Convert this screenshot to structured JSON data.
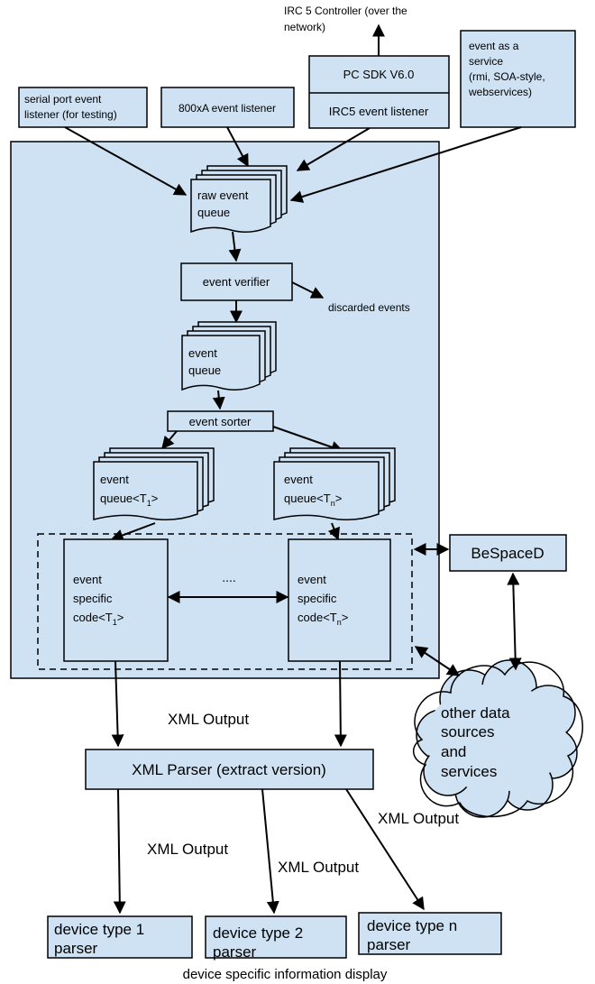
{
  "inputs": {
    "irc5_controller": [
      "IRC 5 Controller (over the",
      "network)"
    ],
    "pc_sdk": "PC SDK V6.0",
    "irc5_listener": "IRC5 event listener",
    "serial_listener": [
      "serial port event",
      "listener (for testing)"
    ],
    "xa_listener": "800xA event listener",
    "event_service": [
      "event as a",
      "service",
      "(rmi, SOA-style,",
      "webservices)"
    ]
  },
  "core": {
    "raw_queue": [
      "raw event",
      "queue"
    ],
    "verifier": "event verifier",
    "discarded": "discarded events",
    "queue": [
      "event",
      "queue"
    ],
    "sorter": "event sorter",
    "queue_t1": [
      "event",
      "queue<T",
      "1",
      ">"
    ],
    "queue_tn": [
      "event",
      "queue<T",
      "n",
      ">"
    ],
    "code_t1": [
      "event",
      "specific",
      "code<T",
      "1",
      ">"
    ],
    "code_tn": [
      "event",
      "specific",
      "code<T",
      "n",
      ">"
    ],
    "ellipsis": "...."
  },
  "external": {
    "bespaced": "BeSpaceD",
    "other_sources": [
      "other data",
      "sources",
      "and",
      "services"
    ]
  },
  "output": {
    "xml_output": "XML Output",
    "parser": "XML Parser (extract version)",
    "device1": [
      "device type 1",
      "parser"
    ],
    "device2": [
      "device type 2",
      "parser"
    ],
    "devicen": [
      "device type n",
      "parser"
    ],
    "footer": "device specific information display"
  },
  "colors": {
    "box_fill": "#cfe2f3",
    "stroke": "#000000"
  }
}
